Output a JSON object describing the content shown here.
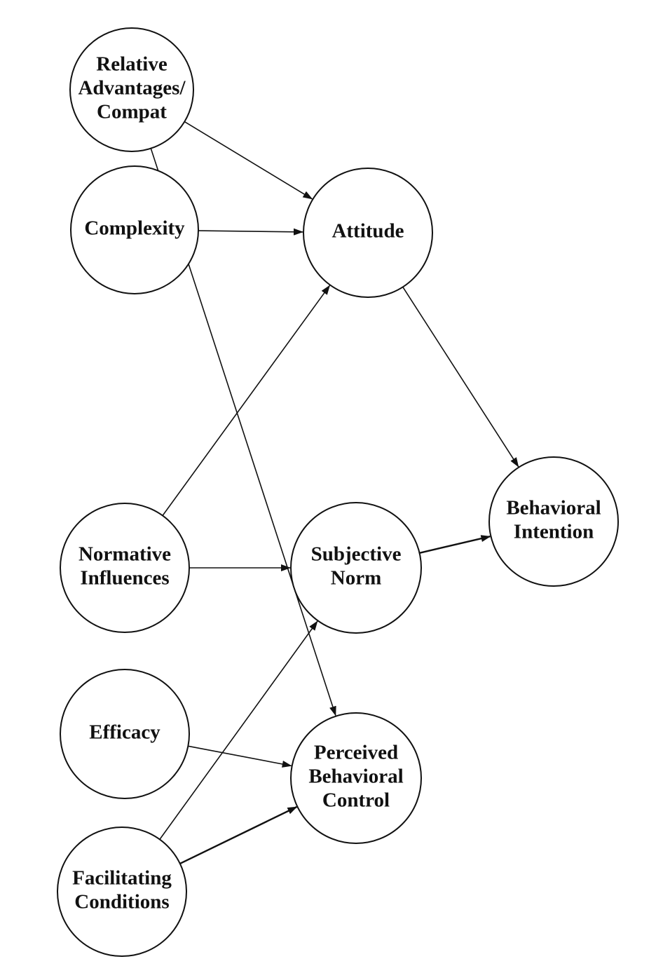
{
  "diagram": {
    "nodes": [
      {
        "id": "relative_advantages",
        "lines": [
          "Relative",
          "Advantages/",
          "Compat"
        ]
      },
      {
        "id": "complexity",
        "lines": [
          "Complexity"
        ]
      },
      {
        "id": "attitude",
        "lines": [
          "Attitude"
        ]
      },
      {
        "id": "normative_influences",
        "lines": [
          "Normative",
          "Influences"
        ]
      },
      {
        "id": "subjective_norm",
        "lines": [
          "Subjective",
          "Norm"
        ]
      },
      {
        "id": "behavioral_intention",
        "lines": [
          "Behavioral",
          "Intention"
        ]
      },
      {
        "id": "efficacy",
        "lines": [
          "Efficacy"
        ]
      },
      {
        "id": "perceived_behavioral_control",
        "lines": [
          "Perceived",
          "Behavioral",
          "Control"
        ]
      },
      {
        "id": "facilitating_conditions",
        "lines": [
          "Facilitating",
          "Conditions"
        ]
      }
    ],
    "edges": [
      {
        "from": "relative_advantages",
        "to": "attitude"
      },
      {
        "from": "relative_advantages",
        "to": "perceived_behavioral_control"
      },
      {
        "from": "complexity",
        "to": "attitude"
      },
      {
        "from": "attitude",
        "to": "behavioral_intention"
      },
      {
        "from": "normative_influences",
        "to": "attitude"
      },
      {
        "from": "normative_influences",
        "to": "subjective_norm"
      },
      {
        "from": "subjective_norm",
        "to": "behavioral_intention"
      },
      {
        "from": "efficacy",
        "to": "perceived_behavioral_control"
      },
      {
        "from": "facilitating_conditions",
        "to": "subjective_norm"
      },
      {
        "from": "facilitating_conditions",
        "to": "perceived_behavioral_control"
      }
    ]
  }
}
